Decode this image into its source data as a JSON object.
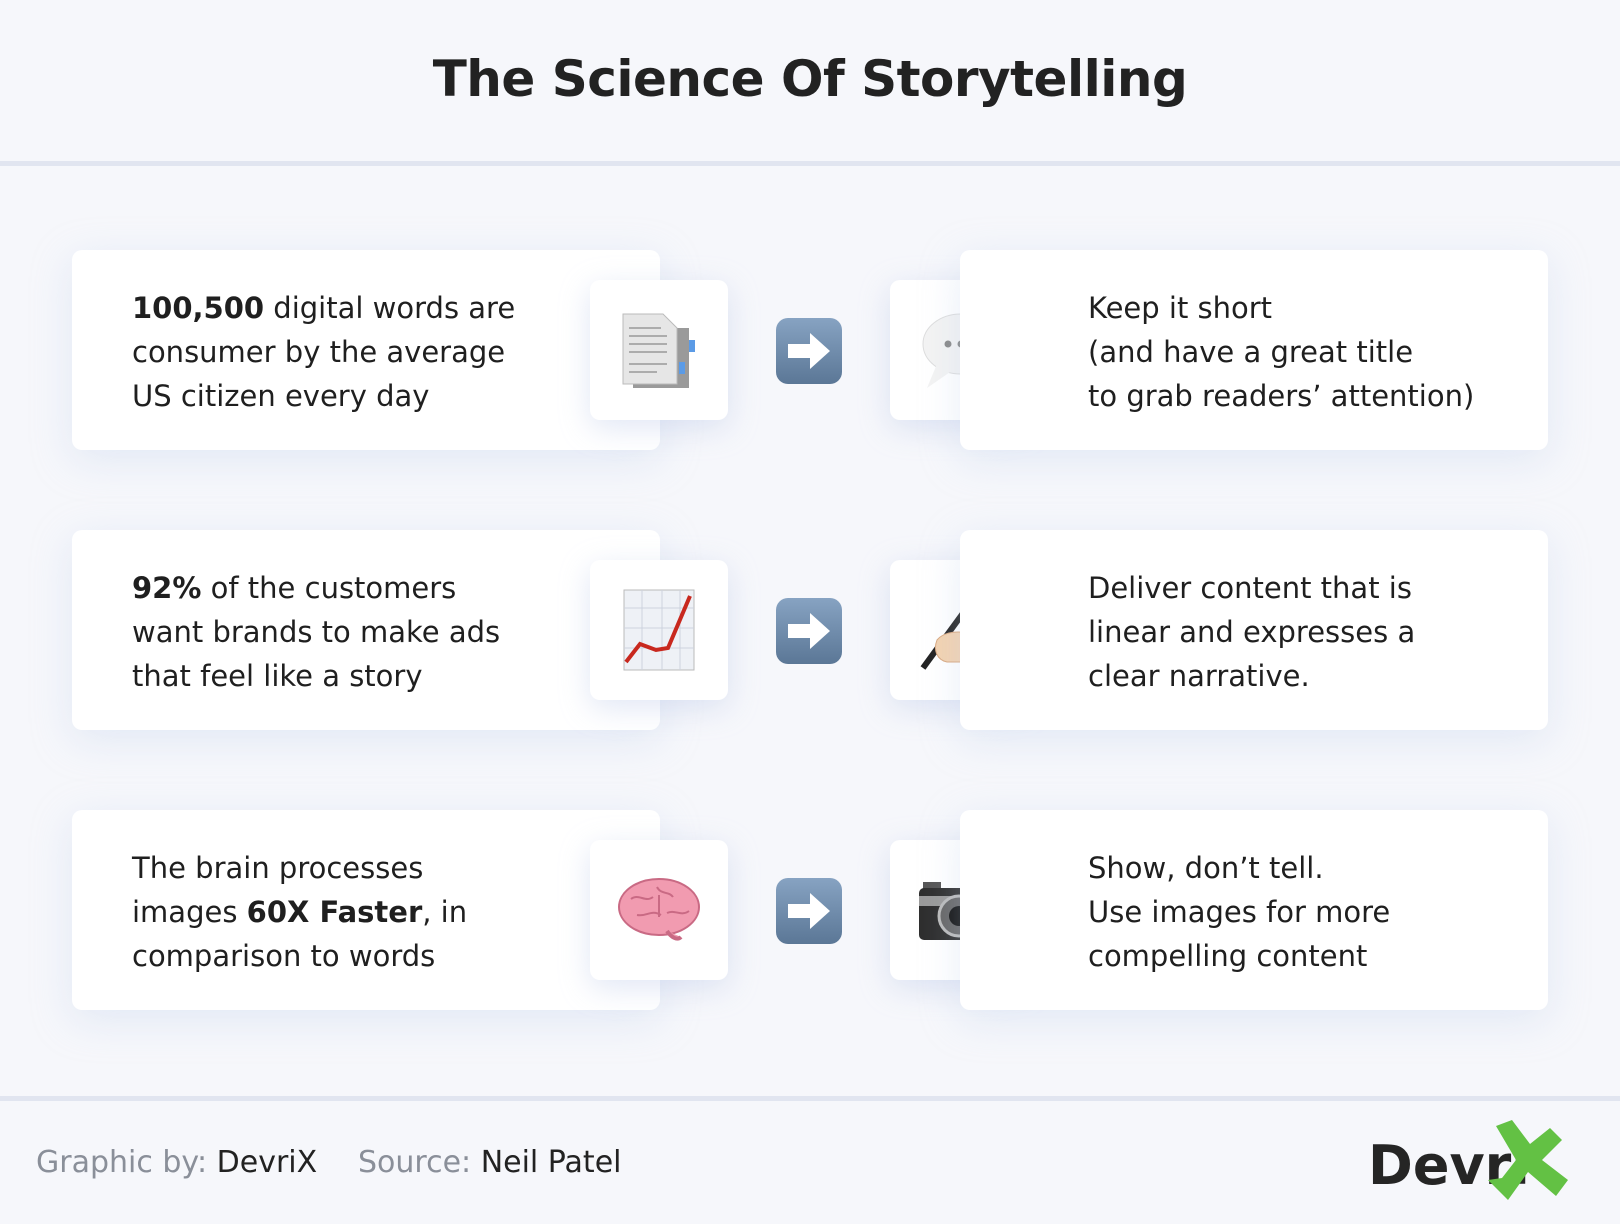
{
  "title": "The Science Of Storytelling",
  "rows": [
    {
      "left": {
        "bold": "100,500",
        "rest": " digital words are consumer by the average US citizen every day",
        "lines": [
          [
            "100,500",
            " digital words are"
          ],
          [
            "",
            "consumer by the average"
          ],
          [
            "",
            "US citizen every day"
          ]
        ]
      },
      "left_icon": "document-icon",
      "right_icon": "speech-bubble-icon",
      "right": {
        "lines": [
          "Keep it short",
          "(and have a great title",
          "to grab readers’ attention)"
        ]
      }
    },
    {
      "left": {
        "lines": [
          [
            "92%",
            " of the customers"
          ],
          [
            "",
            "want brands to make ads"
          ],
          [
            "",
            "that feel like a story"
          ]
        ]
      },
      "left_icon": "chart-increasing-icon",
      "right_icon": "writing-hand-icon",
      "right": {
        "lines": [
          "Deliver content that is",
          "linear and expresses a",
          "clear narrative."
        ]
      }
    },
    {
      "left": {
        "lines": [
          [
            "",
            "The brain processes"
          ],
          [
            "",
            "images ",
            "60X Faster",
            ", in"
          ],
          [
            "",
            "comparison to words"
          ]
        ]
      },
      "left_icon": "brain-icon",
      "right_icon": "camera-icon",
      "right": {
        "lines": [
          "Show, don’t tell.",
          "Use images for more",
          "compelling content"
        ]
      }
    }
  ],
  "footer": {
    "graphic_label": "Graphic by:",
    "graphic_value": "DevriX",
    "source_label": "Source:",
    "source_value": "Neil Patel"
  },
  "logo": {
    "text": "Devri",
    "accent": "X",
    "accent_color": "#63c144"
  }
}
